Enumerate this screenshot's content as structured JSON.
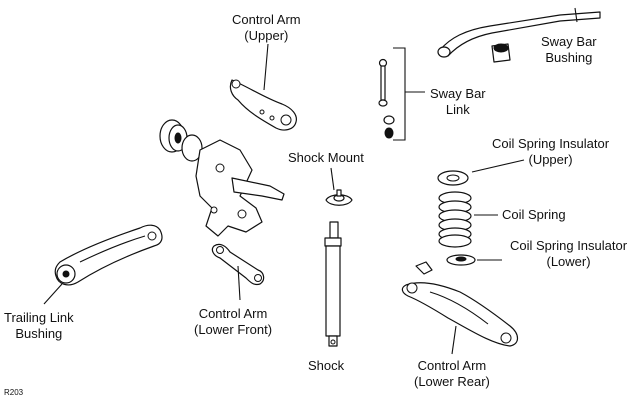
{
  "labels": {
    "control_arm_upper": [
      "Control Arm",
      "(Upper)"
    ],
    "sway_bar_bushing": [
      "Sway Bar",
      "Bushing"
    ],
    "sway_bar_link": [
      "Sway Bar",
      "Link"
    ],
    "shock_mount": "Shock Mount",
    "coil_spring_insulator_upper": [
      "Coil Spring Insulator",
      "(Upper)"
    ],
    "coil_spring": "Coil Spring",
    "coil_spring_insulator_lower": [
      "Coil Spring Insulator",
      "(Lower)"
    ],
    "trailing_link_bushing": [
      "Trailing Link",
      "Bushing"
    ],
    "control_arm_lower_front": [
      "Control Arm",
      "(Lower Front)"
    ],
    "shock": "Shock",
    "control_arm_lower_rear": [
      "Control Arm",
      "(Lower Rear)"
    ]
  },
  "figure_code": "R203"
}
